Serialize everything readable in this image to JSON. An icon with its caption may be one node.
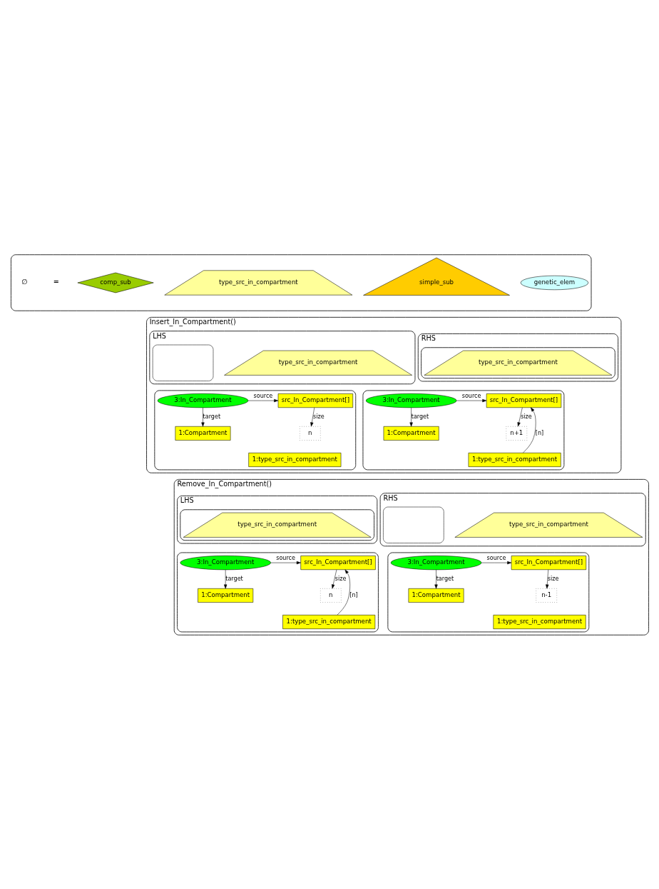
{
  "diagram": {
    "nodes": [
      {
        "text": [],
        "shape": "box"
      },
      {
        "text": [
          "type_src_in_compartment"
        ],
        "in": 0
      },
      {
        "text": [
          "simple_sub"
        ],
        "in": 0
      },
      {
        "text": [
          "genetic_elem"
        ],
        "in": 0
      },
      {
        "text": [
          "comp_sub"
        ],
        "in": 0
      },
      {
        "text": [
          "Insert_In_Compartment()"
        ]
      },
      {
        "text": [
          "LHS"
        ],
        "in": 5
      },
      {
        "text": [
          "type_src_in_compartment"
        ],
        "in": 6
      },
      {
        "text": [],
        "shape": "box",
        "in": 6
      },
      {
        "text": [
          "RHS"
        ],
        "in": 5
      },
      {
        "text": [],
        "shape": "box",
        "in": 9
      },
      {
        "text": [
          "type_src_in_compartment"
        ],
        "in": 10
      },
      {
        "text": [],
        "shape": "box",
        "in": 5
      },
      {
        "text": [
          "src_In_Compartment[]"
        ],
        "in": 12
      },
      {
        "text": [
          "3:In_Compartment"
        ],
        "in": 12
      },
      {
        "text": [
          "n"
        ],
        "in": 12
      },
      {
        "text": [
          "1:Compartment"
        ],
        "in": 12
      },
      {
        "text": [
          "1:type_src_in_compartment"
        ],
        "in": 12
      },
      {
        "text": [],
        "shape": "box",
        "in": 5
      },
      {
        "text": [
          "src_In_Compartment[]"
        ],
        "in": 18
      },
      {
        "text": [
          "3:In_Compartment"
        ],
        "in": 18
      },
      {
        "text": [
          "n+1"
        ],
        "in": 18
      },
      {
        "text": [
          "1:type_src_in_compartment"
        ],
        "in": 18
      },
      {
        "text": [
          "1:Compartment"
        ],
        "in": 18
      },
      {
        "text": [
          "Remove_In_Compartment()"
        ]
      },
      {
        "text": [
          "LHS"
        ],
        "in": 24
      },
      {
        "text": [],
        "shape": "box",
        "in": 25
      },
      {
        "text": [
          "type_src_in_compartment"
        ],
        "in": 26
      },
      {
        "text": [
          "RHS"
        ],
        "in": 24
      },
      {
        "text": [
          "type_src_in_compartment"
        ],
        "in": 28
      },
      {
        "text": [],
        "shape": "box",
        "in": 28
      },
      {
        "text": [],
        "shape": "box",
        "in": 24
      },
      {
        "text": [
          "src_In_Compartment[]"
        ],
        "in": 31
      },
      {
        "text": [
          "3:In_Compartment"
        ],
        "in": 31
      },
      {
        "text": [
          "n"
        ],
        "in": 31
      },
      {
        "text": [
          "1:type_src_in_compartment"
        ],
        "in": 31
      },
      {
        "text": [
          "1:Compartment"
        ],
        "in": 31
      },
      {
        "text": [],
        "shape": "box",
        "in": 24
      },
      {
        "text": [
          "src_In_Compartment[]"
        ],
        "in": 37
      },
      {
        "text": [
          "3:In_Compartment"
        ],
        "in": 37
      },
      {
        "text": [
          "n-1"
        ],
        "in": 37
      },
      {
        "text": [
          "1:Compartment"
        ],
        "in": 37
      },
      {
        "text": [
          "1:type_src_in_compartment"
        ],
        "in": 37
      }
    ],
    "edges": [
      {
        "from": 14,
        "to": 13,
        "label": "source",
        "arrow": "to"
      },
      {
        "from": 13,
        "to": 15,
        "label": "size",
        "arrow": "to"
      },
      {
        "from": 14,
        "to": 16,
        "label": "target",
        "arrow": "to"
      },
      {
        "from": 20,
        "to": 19,
        "label": "source",
        "arrow": "to"
      },
      {
        "from": 19,
        "to": 21,
        "label": "size",
        "arrow": "to"
      },
      {
        "from": 22,
        "to": 19,
        "label": "[n]",
        "arrow": "to"
      },
      {
        "from": 20,
        "to": 23,
        "label": "target",
        "arrow": "to"
      },
      {
        "from": 33,
        "to": 32,
        "label": "source",
        "arrow": "to"
      },
      {
        "from": 32,
        "to": 34,
        "label": "size",
        "arrow": "to"
      },
      {
        "from": 35,
        "to": 32,
        "label": "[n]",
        "arrow": "to"
      },
      {
        "from": 33,
        "to": 36,
        "label": "target",
        "arrow": "to"
      },
      {
        "from": 39,
        "to": 38,
        "label": "source",
        "arrow": "to"
      },
      {
        "from": 38,
        "to": 40,
        "label": "size",
        "arrow": "to"
      },
      {
        "from": 39,
        "to": 41,
        "label": "target",
        "arrow": "to"
      }
    ],
    "labels": [
      "=",
      "∅"
    ]
  }
}
